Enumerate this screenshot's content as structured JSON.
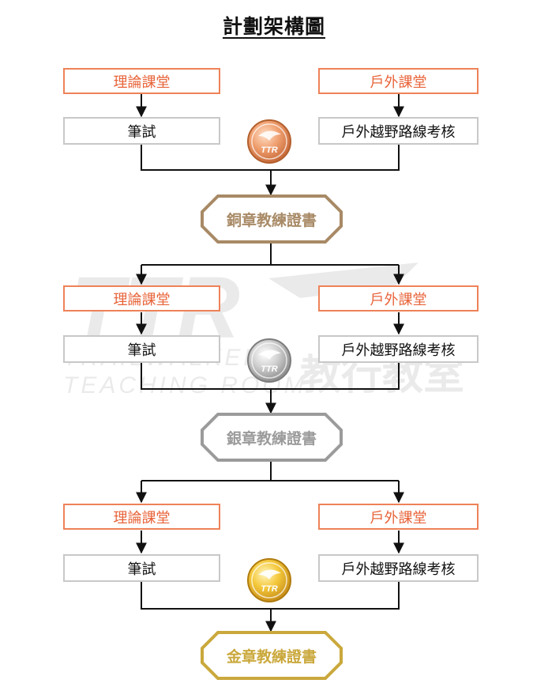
{
  "title": "計劃架構圖",
  "colors": {
    "accent_orange": "#ee8258",
    "grey_border": "#c8c8c8",
    "bronze": "#a88a66",
    "silver": "#9b9b9b",
    "gold": "#caa83c"
  },
  "tiers": [
    {
      "theory_label": "理論課堂",
      "outdoor_label": "戶外課堂",
      "written_test_label": "筆試",
      "field_test_label": "戶外越野路線考核",
      "medal_icon": "bronze-medal-icon",
      "medal_text": "TTR",
      "certificate": "銅章教練證書",
      "color": "#a88a66"
    },
    {
      "theory_label": "理論課堂",
      "outdoor_label": "戶外課堂",
      "written_test_label": "筆試",
      "field_test_label": "戶外越野路線考核",
      "medal_icon": "silver-medal-icon",
      "medal_text": "TTR",
      "certificate": "銀章教練證書",
      "color": "#9b9b9b"
    },
    {
      "theory_label": "理論課堂",
      "outdoor_label": "戶外課堂",
      "written_test_label": "筆試",
      "field_test_label": "戶外越野路線考核",
      "medal_icon": "gold-medal-icon",
      "medal_text": "TTR",
      "certificate": "金章教練證書",
      "color": "#caa83c"
    }
  ],
  "watermark": {
    "logo_text": "TTR",
    "line1": "TRAILWALKER",
    "line2": "TEACHING ROOM",
    "chinese": "教行教室"
  }
}
